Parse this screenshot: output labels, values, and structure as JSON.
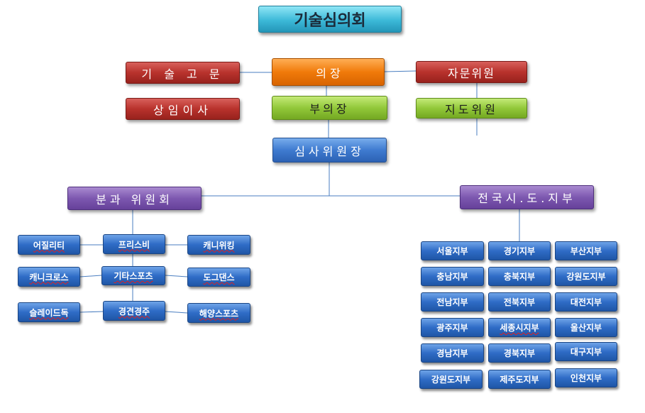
{
  "title": "기술심의회",
  "top": {
    "advisor": "기 술 고   문",
    "chairman": "의     장",
    "consultant": "자문위원",
    "director": "상임이사",
    "vice_chairman": "부의장",
    "guidance": "지도위원",
    "review_chair": "심사위원장"
  },
  "committee": {
    "label": "분과  위원회",
    "rows": [
      {
        "left": "어질리티",
        "center": "프리스비",
        "right": "캐니위킹"
      },
      {
        "left": "캐니크로스",
        "center": "기타스포츠",
        "right": "도그댄스"
      },
      {
        "left": "슬레이드독",
        "center": "경견경주",
        "right": "해양스포츠"
      }
    ]
  },
  "branches": {
    "label": "전국시.도.지부",
    "grid": [
      [
        "서울지부",
        "경기지부",
        "부산지부"
      ],
      [
        "충남지부",
        "충북지부",
        "강원도지부"
      ],
      [
        "전남지부",
        "전북지부",
        "대전지부"
      ],
      [
        "광주지부",
        "세종시지부",
        "울산지부"
      ],
      [
        "경남지부",
        "경북지부",
        "대구지부"
      ],
      [
        "강원도지부",
        "제주도지부",
        "인천지부"
      ]
    ]
  },
  "colors": {
    "title": "#3cb9d8",
    "red": "#b8322c",
    "orange": "#f07a0a",
    "green": "#92c83a",
    "blue": "#3f7bd0",
    "purple": "#7d58b0",
    "connector": "#4a7ec0"
  }
}
